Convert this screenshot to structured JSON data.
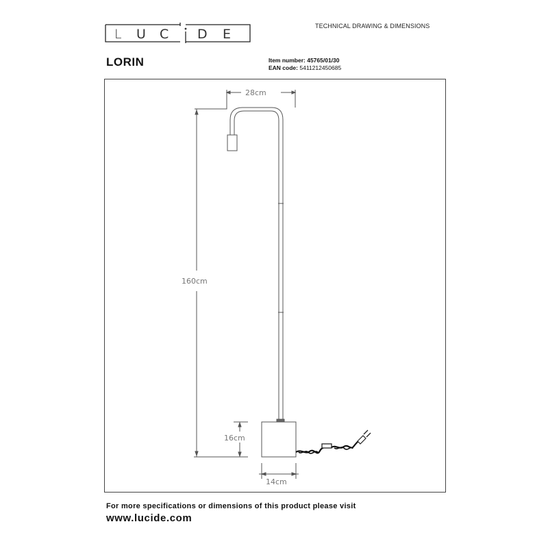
{
  "brand": {
    "logo_text": "LUCIDE"
  },
  "header": {
    "title": "TECHNICAL DRAWING & DIMENSIONS"
  },
  "product": {
    "name": "LORIN",
    "item_number_label": "Item number:",
    "item_number": "45765/01/30",
    "ean_label": "EAN code:",
    "ean": "5411212450685"
  },
  "drawing": {
    "dimensions": {
      "width_top": "28cm",
      "total_height": "160cm",
      "base_height": "16cm",
      "base_width": "14cm"
    },
    "line_color": "#555555",
    "label_color": "#777777"
  },
  "footer": {
    "text": "For more specifications or dimensions of this product please visit",
    "url": "www.lucide.com"
  }
}
